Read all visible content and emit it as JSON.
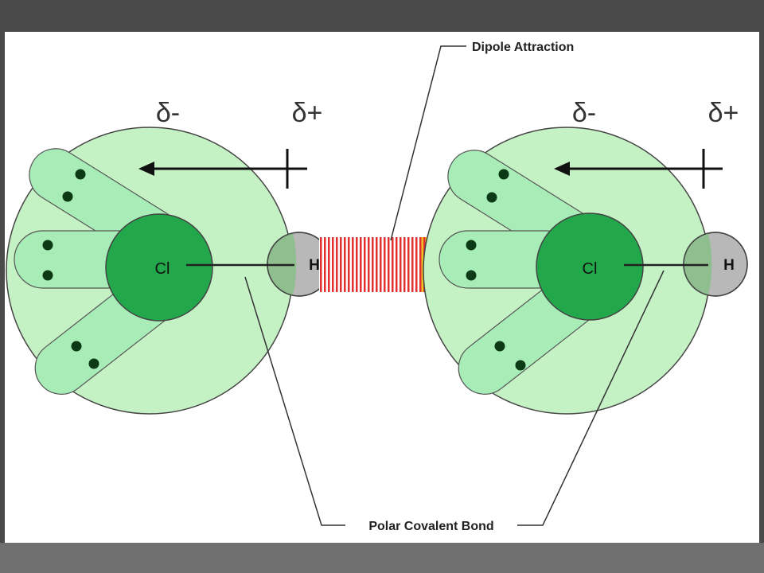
{
  "labels": {
    "dipole_attraction": "Dipole Attraction",
    "polar_covalent_bond": "Polar Covalent Bond"
  },
  "molecules": [
    {
      "atom_large": "Cl",
      "atom_small": "H",
      "partial_negative": "δ-",
      "partial_positive": "δ+"
    },
    {
      "atom_large": "Cl",
      "atom_small": "H",
      "partial_negative": "δ-",
      "partial_positive": "δ+"
    }
  ],
  "colors": {
    "cloud": "#c5f2c5",
    "lobe": "#a8ecb8",
    "chlorine": "#22a84a",
    "hydrogen": "#b8b8b8",
    "hydrogen_overlap": "#8fbf8f",
    "dipole_stripe_red": "#e23030",
    "dipole_stripe_yellow": "#f0c020",
    "line": "#333333"
  }
}
